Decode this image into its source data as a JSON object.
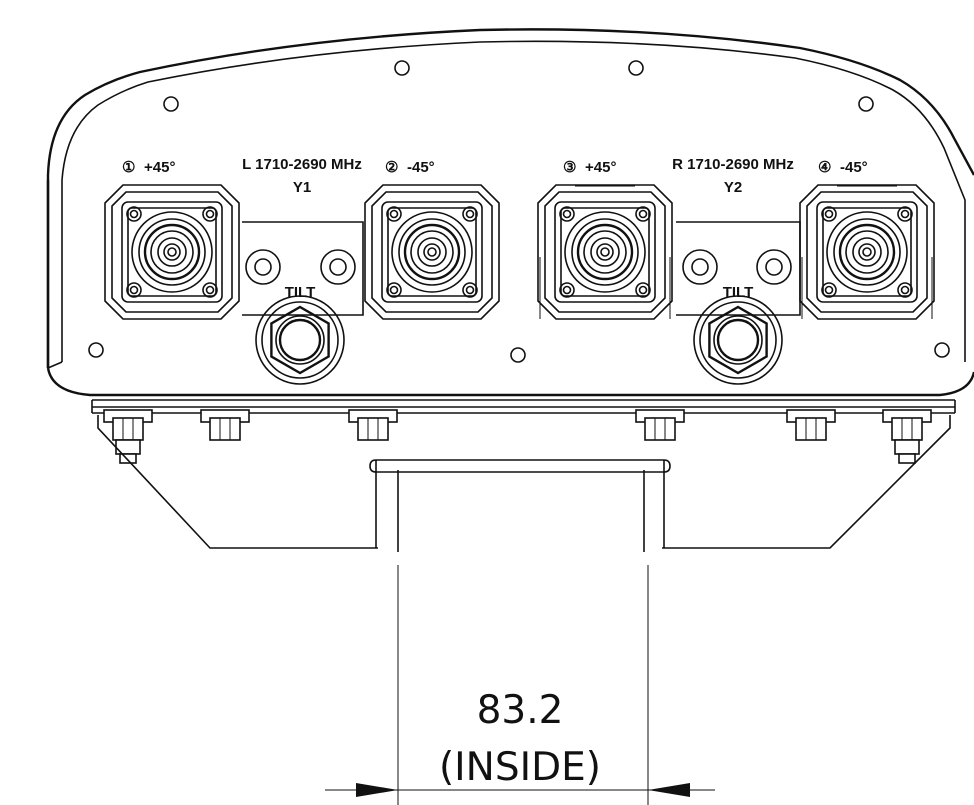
{
  "bands": [
    {
      "name": "L 1710-2690 MHz",
      "id": "Y1"
    },
    {
      "name": "R 1710-2690 MHz",
      "id": "Y2"
    }
  ],
  "ports": [
    {
      "number": "①",
      "polarization": "+45°"
    },
    {
      "number": "②",
      "polarization": "-45°"
    },
    {
      "number": "③",
      "polarization": "+45°"
    },
    {
      "number": "④",
      "polarization": "-45°"
    }
  ],
  "tilt_labels": [
    "TILT",
    "TILT"
  ],
  "dimension": {
    "value": "83.2",
    "note": "(INSIDE)"
  }
}
